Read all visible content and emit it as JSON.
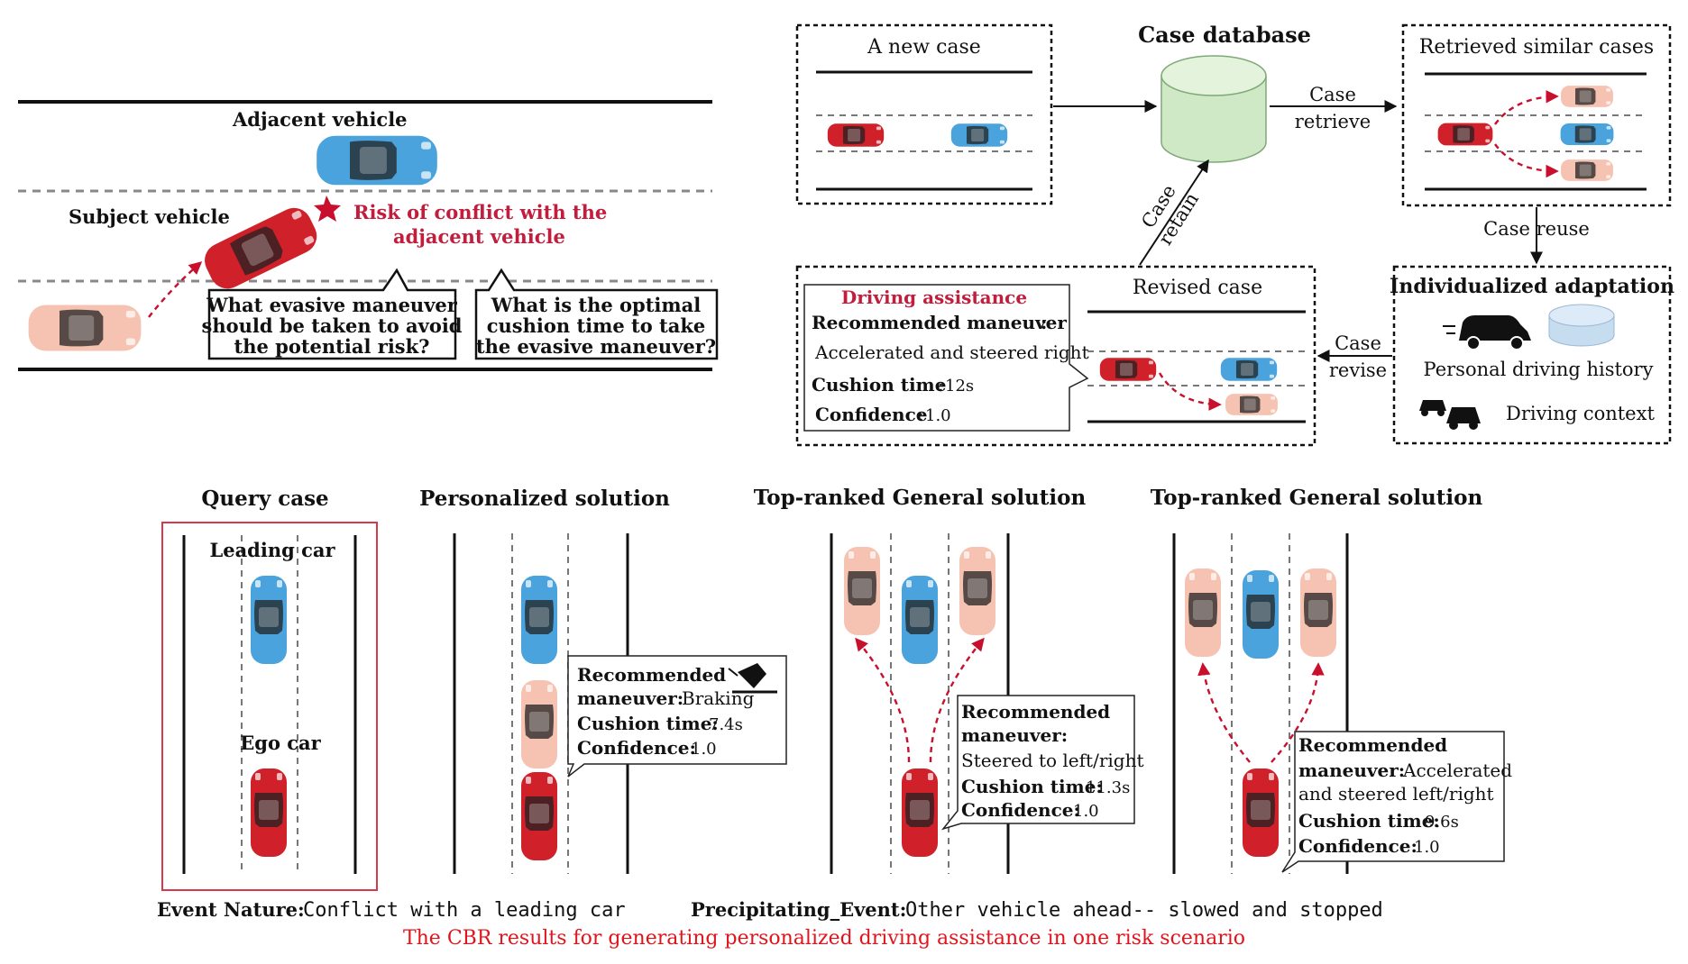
{
  "scenario": {
    "adjacent_vehicle": "Adjacent vehicle",
    "subject_vehicle": "Subject vehicle",
    "risk_line1": "Risk of conflict with the",
    "risk_line2": "adjacent vehicle",
    "question1": [
      "What evasive maneuver",
      "should be taken to avoid",
      "the potential risk?"
    ],
    "question2": [
      "What is the optimal",
      "cushion time to take",
      "the evasive maneuver?"
    ]
  },
  "cbr_cycle": {
    "new_case": "A new case",
    "case_database": "Case database",
    "case_retrieve": [
      "Case",
      "retrieve"
    ],
    "retrieved": "Retrieved similar cases",
    "case_reuse": "Case reuse",
    "case_retain": [
      "Case",
      "retain"
    ],
    "individualized": "Individualized adaptation",
    "personal_history": "Personal driving history",
    "driving_context": "Driving context",
    "case_revise": [
      "Case",
      "revise"
    ],
    "revised_case": "Revised case",
    "assist_title": "Driving assistance",
    "rec_label": "Recommended maneuver",
    "rec_value": "Accelerated and steered right",
    "cushion_label": "Cushion time",
    "cushion_value": "12s",
    "conf_label": "Confidence",
    "conf_value": "1.0"
  },
  "results": {
    "query_title": "Query case",
    "leading_car": "Leading car",
    "ego_car": "Ego car",
    "personalized_title": "Personalized solution",
    "p_rec": [
      "Recommended",
      "maneuver:"
    ],
    "p_rec_value": "Braking",
    "p_cushion_label": "Cushion time:",
    "p_cushion_value": "7.4s",
    "p_conf_label": "Confidence:",
    "p_conf_value": "1.0",
    "general1_title": "Top-ranked General solution",
    "g1_rec": [
      "Recommended",
      "maneuver:"
    ],
    "g1_rec_value": "Steered to left/right",
    "g1_cushion_label": "Cushion time:",
    "g1_cushion_value": "11.3s",
    "g1_conf_label": "Confidence:",
    "g1_conf_value": "1.0",
    "general2_title": "Top-ranked General solution",
    "g2_rec1": "Recommended",
    "g2_rec2": "maneuver:",
    "g2_rec_value1": "Accelerated",
    "g2_rec_value2": "and steered left/right",
    "g2_cushion_label": "Cushion time:",
    "g2_cushion_value": "9.6s",
    "g2_conf_label": "Confidence:",
    "g2_conf_value": "1.0"
  },
  "footer": {
    "event_nature_label": "Event Nature:",
    "event_nature_value": "Conflict with a leading car",
    "precip_label": "Precipitating_Event:",
    "precip_value": "Other vehicle ahead-- slowed and stopped",
    "caption": "The CBR results for generating personalized driving assistance in one risk scenario"
  },
  "colors": {
    "red_car": "#d0202a",
    "blue_car": "#4aa3dc",
    "ghost_car": "#f6c3b2",
    "risk_text": "#c21d3d",
    "caption": "#e0141c",
    "database": "#cfe9c6"
  }
}
